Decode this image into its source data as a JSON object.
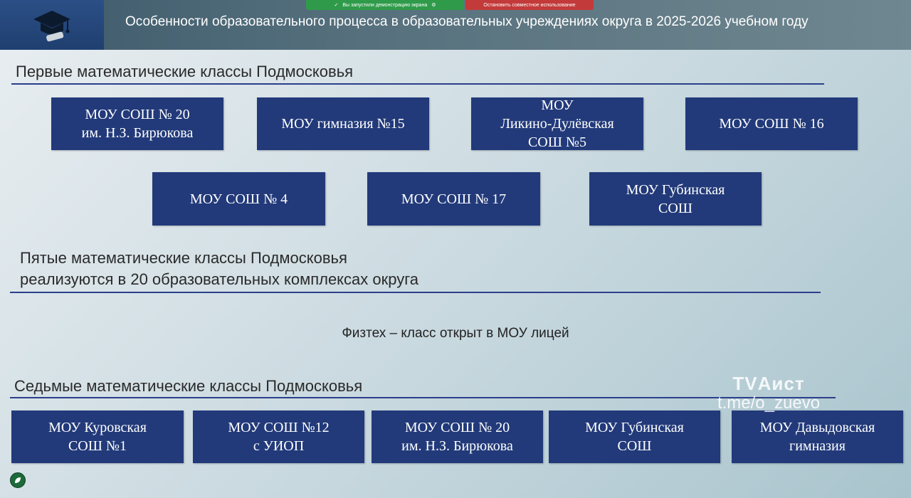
{
  "header": {
    "title": "Особенности образовательного процесса в образовательных учреждениях округа в 2025-2026 учебном году",
    "logo_icon": "graduation-cap-icon"
  },
  "screen_share": {
    "demo_label": "Вы запустили демонстрацию экрана",
    "stop_label": "Остановить совместное использование"
  },
  "section1": {
    "title": "Первые математические классы Подмосковья",
    "row1": [
      "МОУ СОШ № 20\nим. Н.З. Бирюкова",
      "МОУ гимназия №15",
      "МОУ\nЛикино-Дулёвская\nСОШ №5",
      "МОУ СОШ № 16"
    ],
    "row2": [
      "МОУ СОШ № 4",
      "МОУ СОШ № 17",
      "МОУ Губинская\nСОШ"
    ]
  },
  "section2": {
    "line1": "Пятые математические классы Подмосковья",
    "line2": "реализуются в 20 образовательных комплексах округа"
  },
  "fiztech": "Физтех – класс открыт в МОУ лицей",
  "section3": {
    "title": "Седьмые математические классы Подмосковья",
    "boxes": [
      "МОУ Куровская\nСОШ №1",
      "МОУ СОШ №12\nс УИОП",
      "МОУ СОШ № 20\nим. Н.З. Бирюкова",
      "МОУ Губинская\nСОШ",
      "МОУ Давыдовская\nгимназия"
    ]
  },
  "watermark": {
    "brand": "TVАист",
    "url": "t.me/o_zuevo"
  },
  "colors": {
    "box_fill": "#223a7a",
    "rule": "#2b3f8a",
    "header_bg": "#56707d"
  }
}
